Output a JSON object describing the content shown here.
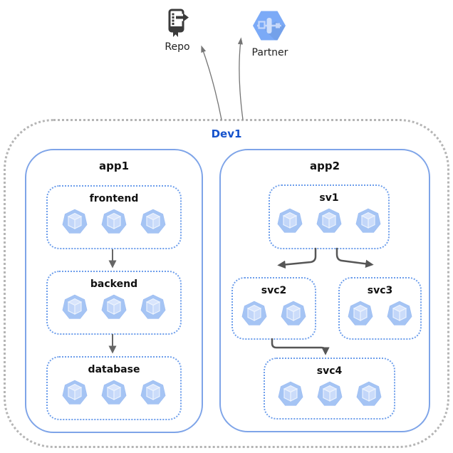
{
  "external": {
    "repo": {
      "label": "Repo"
    },
    "partner": {
      "label": "Partner"
    }
  },
  "cluster": {
    "label": "Dev1",
    "label_color": "#1552cc",
    "apps": [
      {
        "label": "app1",
        "services": [
          {
            "label": "frontend",
            "pods": 3
          },
          {
            "label": "backend",
            "pods": 3
          },
          {
            "label": "database",
            "pods": 3
          }
        ]
      },
      {
        "label": "app2",
        "services": [
          {
            "label": "sv1",
            "pods": 3
          },
          {
            "label": "svc2",
            "pods": 2
          },
          {
            "label": "svc3",
            "pods": 2
          },
          {
            "label": "svc4",
            "pods": 3
          }
        ]
      }
    ]
  },
  "edges": [
    {
      "from": "frontend",
      "to": "backend"
    },
    {
      "from": "backend",
      "to": "database"
    },
    {
      "from": "sv1",
      "to": "svc2"
    },
    {
      "from": "sv1",
      "to": "svc3"
    },
    {
      "from": "svc2",
      "to": "svc4"
    },
    {
      "from": "Dev1",
      "to": "Repo"
    },
    {
      "from": "Dev1",
      "to": "Partner"
    }
  ],
  "colors": {
    "app_border": "#7ea4e8",
    "service_border": "#6d9eeb",
    "cluster_border": "#b5b5b5",
    "cluster_label": "#1552cc",
    "pod_fill": "#a5c4f4",
    "arrow_gray": "#666666",
    "arrow_dark": "#565656",
    "repo_icon": "#3b3b3b",
    "partner_hex": "#7baaf7"
  }
}
